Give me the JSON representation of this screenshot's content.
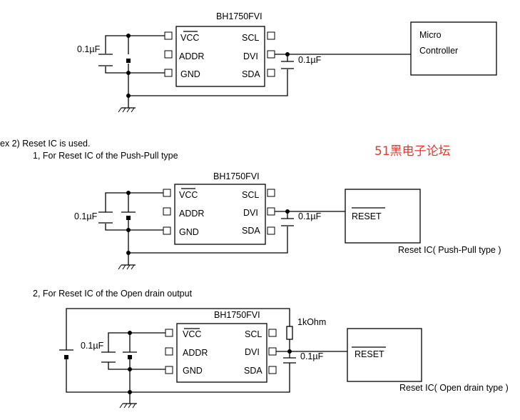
{
  "section1": {
    "chip_label": "BH1750FVI",
    "pins_left": [
      "VCC",
      "ADDR",
      "GND"
    ],
    "pins_right": [
      "SCL",
      "DVI",
      "SDA"
    ],
    "cap_left": "0.1µF",
    "cap_right": "0.1µF",
    "mcu_line1": "Micro",
    "mcu_line2": "Controller"
  },
  "heading_ex2": "ex 2) Reset IC is used.",
  "section2": {
    "title": "1, For Reset IC of the Push-Pull type",
    "chip_label": "BH1750FVI",
    "pins_left": [
      "VCC",
      "ADDR",
      "GND"
    ],
    "pins_right": [
      "SCL",
      "DVI",
      "SDA"
    ],
    "cap_left": "0.1µF",
    "cap_right": "0.1µF",
    "reset_label": "RESET",
    "reset_caption": "Reset IC( Push-Pull type )"
  },
  "section3": {
    "title": "2, For Reset IC of the Open drain output",
    "chip_label": "BH1750FVI",
    "pins_left": [
      "VCC",
      "ADDR",
      "GND"
    ],
    "pins_right": [
      "SCL",
      "DVI",
      "SDA"
    ],
    "cap_left": "0.1µF",
    "cap_right": "0.1µF",
    "resistor_label": "1kOhm",
    "reset_label": "RESET",
    "reset_caption": "Reset IC( Open drain type )"
  },
  "watermark": "51黑电子论坛"
}
